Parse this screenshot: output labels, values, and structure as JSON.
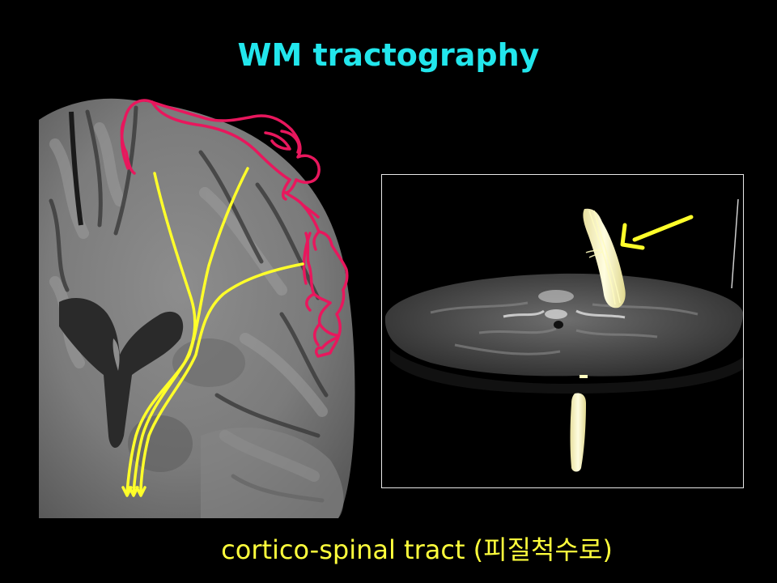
{
  "slide": {
    "title": "WM tractography",
    "caption": "cortico-spinal tract (피질척수로)"
  },
  "figures": {
    "left": {
      "image": "coronal-brain-mri",
      "outline_color": "#e8175d",
      "tract_color": "#ffff2a"
    },
    "right": {
      "image": "axial-brainstem-tractography",
      "arrow_color": "#ffff2a",
      "tract_color": "#fffcc0"
    }
  }
}
